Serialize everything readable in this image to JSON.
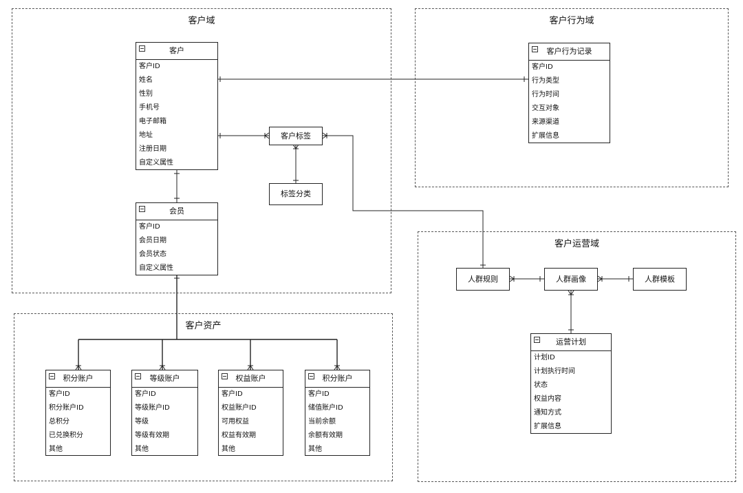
{
  "domains": {
    "customer": {
      "title": "客户域"
    },
    "behavior": {
      "title": "客户行为域"
    },
    "operations": {
      "title": "客户运营域"
    },
    "assets": {
      "title": "客户资产"
    }
  },
  "entities": {
    "customer": {
      "title": "客户",
      "fields": [
        "客户ID",
        "姓名",
        "性别",
        "手机号",
        "电子邮箱",
        "地址",
        "注册日期",
        "自定义属性"
      ]
    },
    "member": {
      "title": "会员",
      "fields": [
        "客户ID",
        "会员日期",
        "会员状态",
        "自定义属性"
      ]
    },
    "behavior_record": {
      "title": "客户行为记录",
      "fields": [
        "客户ID",
        "行为类型",
        "行为时间",
        "交互对象",
        "来源渠道",
        "扩展信息"
      ]
    },
    "points_account_1": {
      "title": "积分账户",
      "fields": [
        "客户ID",
        "积分账户ID",
        "总积分",
        "已兑换积分",
        "其他"
      ]
    },
    "level_account": {
      "title": "等级账户",
      "fields": [
        "客户ID",
        "等级账户ID",
        "等级",
        "等级有效期",
        "其他"
      ]
    },
    "rights_account": {
      "title": "权益账户",
      "fields": [
        "客户ID",
        "权益账户ID",
        "可用权益",
        "权益有效期",
        "其他"
      ]
    },
    "points_account_2": {
      "title": "积分账户",
      "fields": [
        "客户ID",
        "储值账户ID",
        "当前余额",
        "余额有效期",
        "其他"
      ]
    },
    "operation_plan": {
      "title": "运营计划",
      "fields": [
        "计划ID",
        "计划执行时间",
        "状态",
        "权益内容",
        "通知方式",
        "扩展信息"
      ]
    }
  },
  "boxes": {
    "customer_tag": "客户标签",
    "tag_category": "标签分类",
    "crowd_rule": "人群规则",
    "crowd_portrait": "人群画像",
    "crowd_template": "人群模板"
  }
}
